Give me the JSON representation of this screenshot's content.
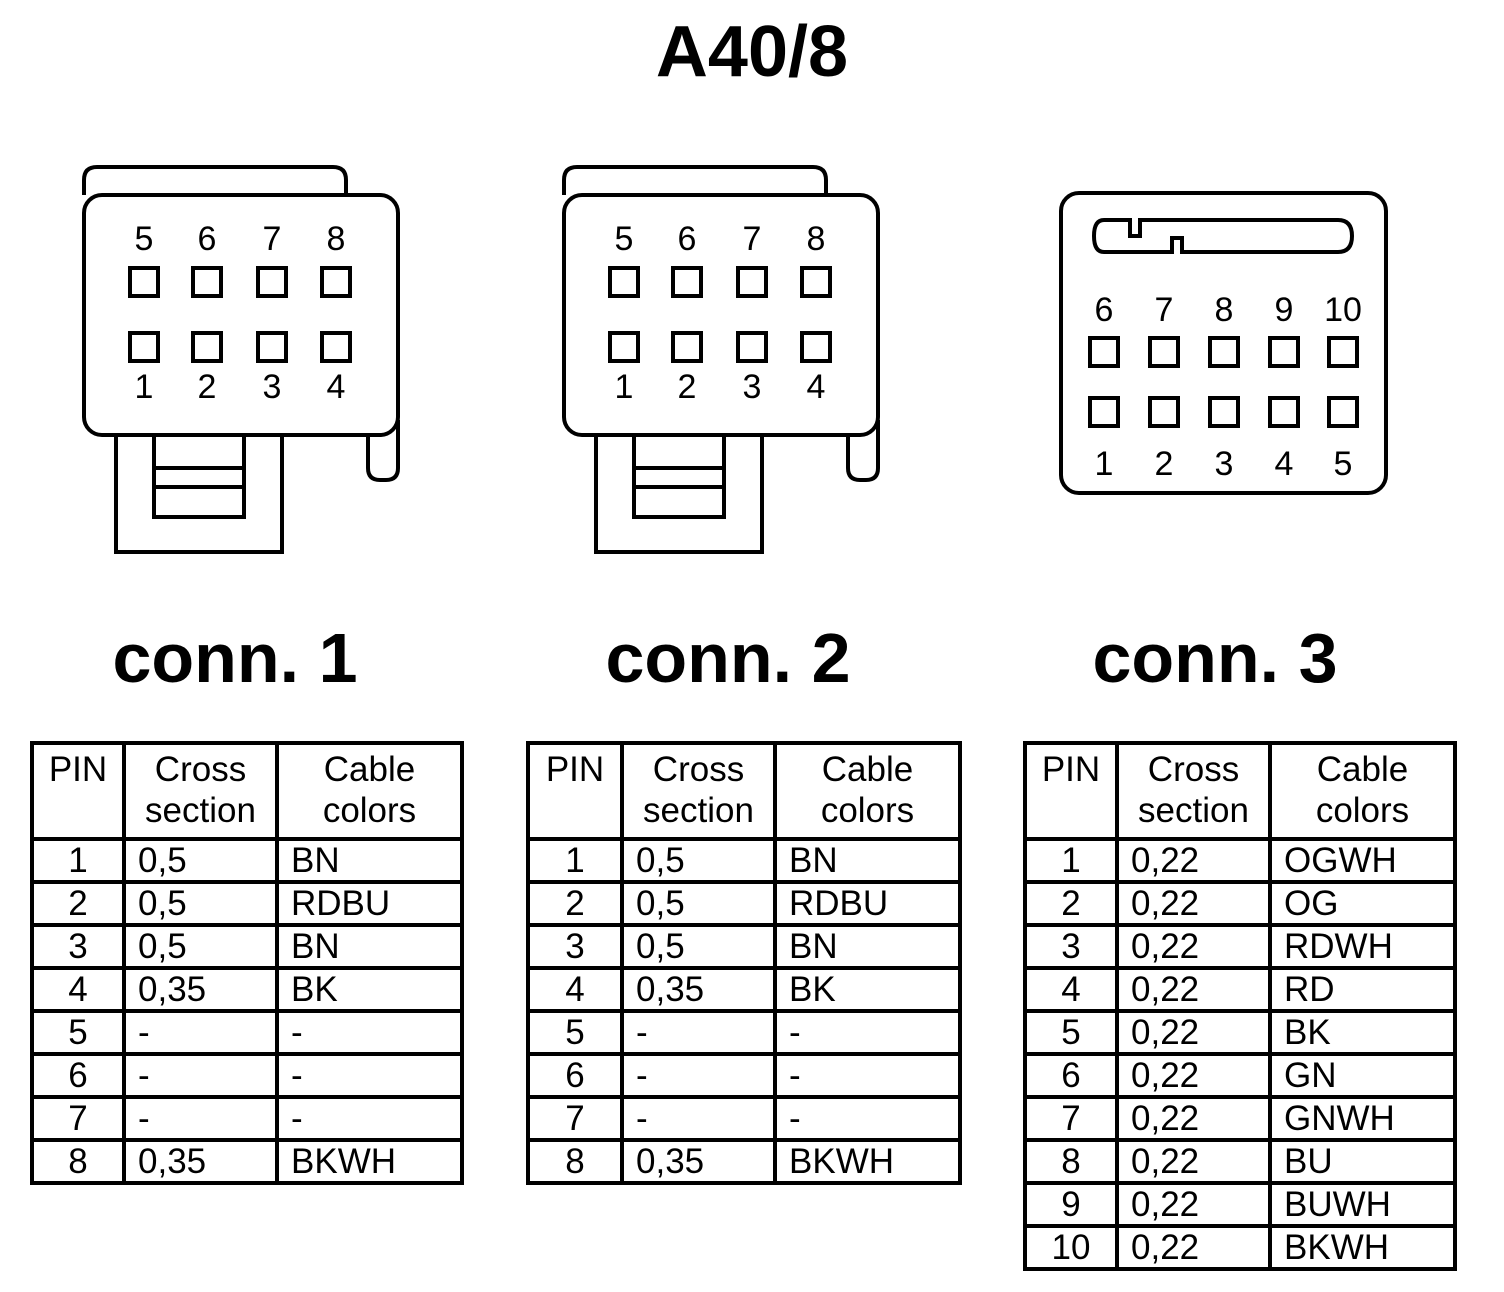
{
  "title": "A40/8",
  "headers": {
    "pin": "PIN",
    "cross": "Cross section",
    "cross_l1": "Cross",
    "cross_l2": "section",
    "colors_l1": "Cable",
    "colors_l2": "colors"
  },
  "connectors": [
    {
      "label": "conn. 1",
      "top_pins": [
        "5",
        "6",
        "7",
        "8"
      ],
      "bottom_pins": [
        "1",
        "2",
        "3",
        "4"
      ],
      "rows": [
        {
          "pin": "1",
          "cross": "0,5",
          "color": "BN"
        },
        {
          "pin": "2",
          "cross": "0,5",
          "color": "RDBU"
        },
        {
          "pin": "3",
          "cross": "0,5",
          "color": "BN"
        },
        {
          "pin": "4",
          "cross": "0,35",
          "color": "BK"
        },
        {
          "pin": "5",
          "cross": "-",
          "color": "-"
        },
        {
          "pin": "6",
          "cross": "-",
          "color": "-"
        },
        {
          "pin": "7",
          "cross": "-",
          "color": "-"
        },
        {
          "pin": "8",
          "cross": "0,35",
          "color": "BKWH"
        }
      ]
    },
    {
      "label": "conn. 2",
      "top_pins": [
        "5",
        "6",
        "7",
        "8"
      ],
      "bottom_pins": [
        "1",
        "2",
        "3",
        "4"
      ],
      "rows": [
        {
          "pin": "1",
          "cross": "0,5",
          "color": "BN"
        },
        {
          "pin": "2",
          "cross": "0,5",
          "color": "RDBU"
        },
        {
          "pin": "3",
          "cross": "0,5",
          "color": "BN"
        },
        {
          "pin": "4",
          "cross": "0,35",
          "color": "BK"
        },
        {
          "pin": "5",
          "cross": "-",
          "color": "-"
        },
        {
          "pin": "6",
          "cross": "-",
          "color": "-"
        },
        {
          "pin": "7",
          "cross": "-",
          "color": "-"
        },
        {
          "pin": "8",
          "cross": "0,35",
          "color": "BKWH"
        }
      ]
    },
    {
      "label": "conn. 3",
      "top_pins": [
        "6",
        "7",
        "8",
        "9",
        "10"
      ],
      "bottom_pins": [
        "1",
        "2",
        "3",
        "4",
        "5"
      ],
      "rows": [
        {
          "pin": "1",
          "cross": "0,22",
          "color": "OGWH"
        },
        {
          "pin": "2",
          "cross": "0,22",
          "color": "OG"
        },
        {
          "pin": "3",
          "cross": "0,22",
          "color": "RDWH"
        },
        {
          "pin": "4",
          "cross": "0,22",
          "color": "RD"
        },
        {
          "pin": "5",
          "cross": "0,22",
          "color": "BK"
        },
        {
          "pin": "6",
          "cross": "0,22",
          "color": "GN"
        },
        {
          "pin": "7",
          "cross": "0,22",
          "color": "GNWH"
        },
        {
          "pin": "8",
          "cross": "0,22",
          "color": "BU"
        },
        {
          "pin": "9",
          "cross": "0,22",
          "color": "BUWH"
        },
        {
          "pin": "10",
          "cross": "0,22",
          "color": "BKWH"
        }
      ]
    }
  ]
}
